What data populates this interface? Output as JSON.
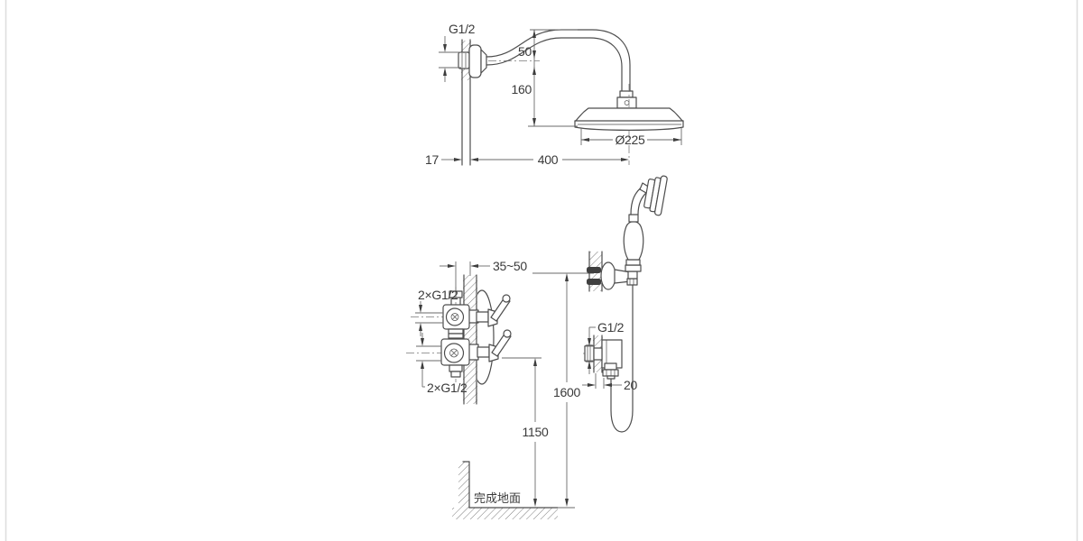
{
  "diagram": {
    "floor_label": "完成地面",
    "dims": {
      "arm_thread": "G1/2",
      "arm_rise": "50",
      "head_drop": "160",
      "head_diameter": "Ø225",
      "wall_thickness": "17",
      "arm_reach": "400",
      "embed_depth": "35~50",
      "upper_valve_connections": "2×G1/2",
      "lower_valve_connections": "2×G1/2",
      "outlet_thread": "G1/2",
      "outlet_projection": "20",
      "outlet_height": "1600",
      "valve_height": "1150"
    },
    "colors": {
      "background": "#ffffff",
      "fixture_line": "#4d4d4d",
      "dimension_line": "#6a6a6a",
      "text": "#3a3a3a",
      "page_edge": "#dedede"
    }
  }
}
